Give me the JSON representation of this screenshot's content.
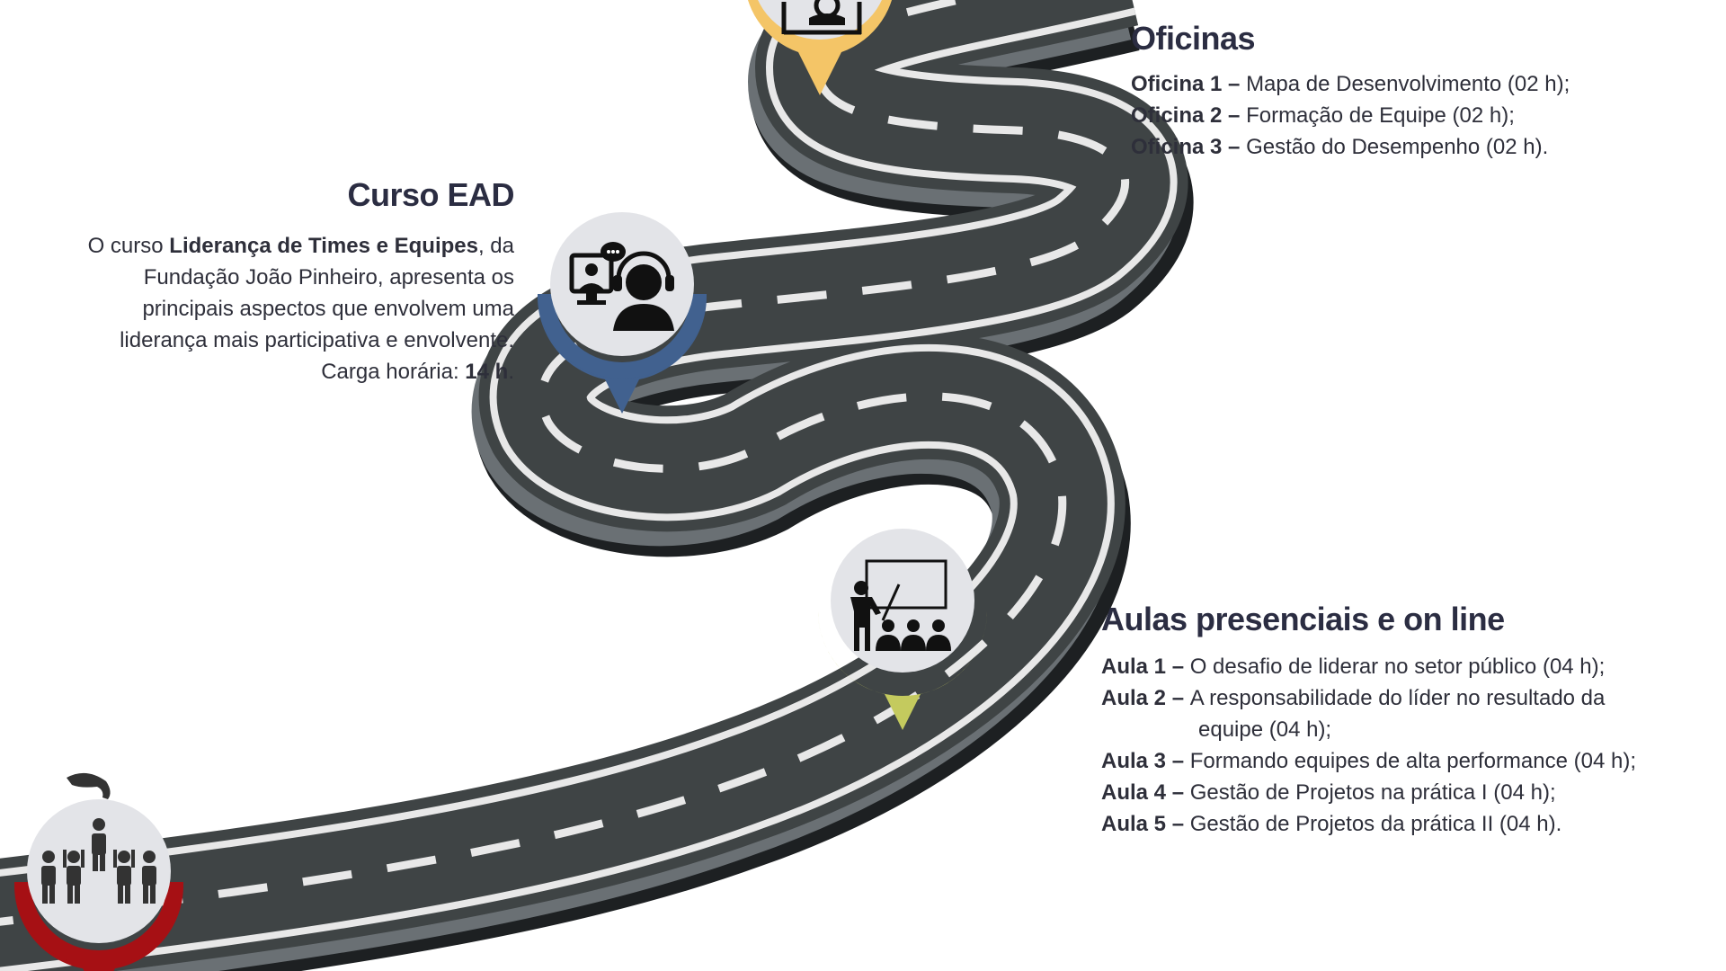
{
  "colors": {
    "road": "#3f4445",
    "road_side": "#6a7074",
    "road_dark_side": "#1d2022",
    "road_line": "#e8e8e8",
    "pin_gray": "#e3e4e8",
    "pin_blue": "#41618f",
    "pin_green": "#c4ca5e",
    "pin_yellow": "#f4c567",
    "pin_red": "#a61014",
    "text": "#2b2d42"
  },
  "icons": [
    "group-selection-icon",
    "online-course-icon",
    "classroom-teacher-icon",
    "workshop-presenter-icon"
  ],
  "curso_ead": {
    "title": "Curso EAD",
    "l1_a": "O curso ",
    "l1_b": "Liderança de Times e Equipes",
    "l1_c": ", da",
    "l2": "Fundação João Pinheiro, apresenta  os",
    "l3": "principais aspectos que envolvem uma",
    "l4": "liderança mais participativa e envolvente.",
    "l5_a": "Carga horária: ",
    "l5_b": "14 h",
    "l5_c": "."
  },
  "oficinas": {
    "title": "Oficinas",
    "items": [
      {
        "label": "Oficina 1 – ",
        "text": "Mapa de Desenvolvimento (02 h);"
      },
      {
        "label": "Oficina 2 – ",
        "text": "Formação de Equipe (02 h);"
      },
      {
        "label": "Oficina 3 – ",
        "text": "Gestão do Desempenho (02 h)."
      }
    ]
  },
  "aulas": {
    "title": "Aulas presenciais e on line",
    "item1": {
      "label": "Aula 1 – ",
      "text": "O desafio de liderar no setor público (04 h);"
    },
    "item2": {
      "label": "Aula 2 – ",
      "text": "A responsabilidade do líder no resultado da"
    },
    "item2_cont": "equipe (04 h);",
    "item3": {
      "label": "Aula 3 – ",
      "text": "Formando equipes de alta performance (04 h);"
    },
    "item4": {
      "label": "Aula 4 – ",
      "text": "Gestão de Projetos na prática I (04 h);"
    },
    "item5": {
      "label": "Aula 5 – ",
      "text": "Gestão de Projetos da prática II (04 h)."
    }
  }
}
